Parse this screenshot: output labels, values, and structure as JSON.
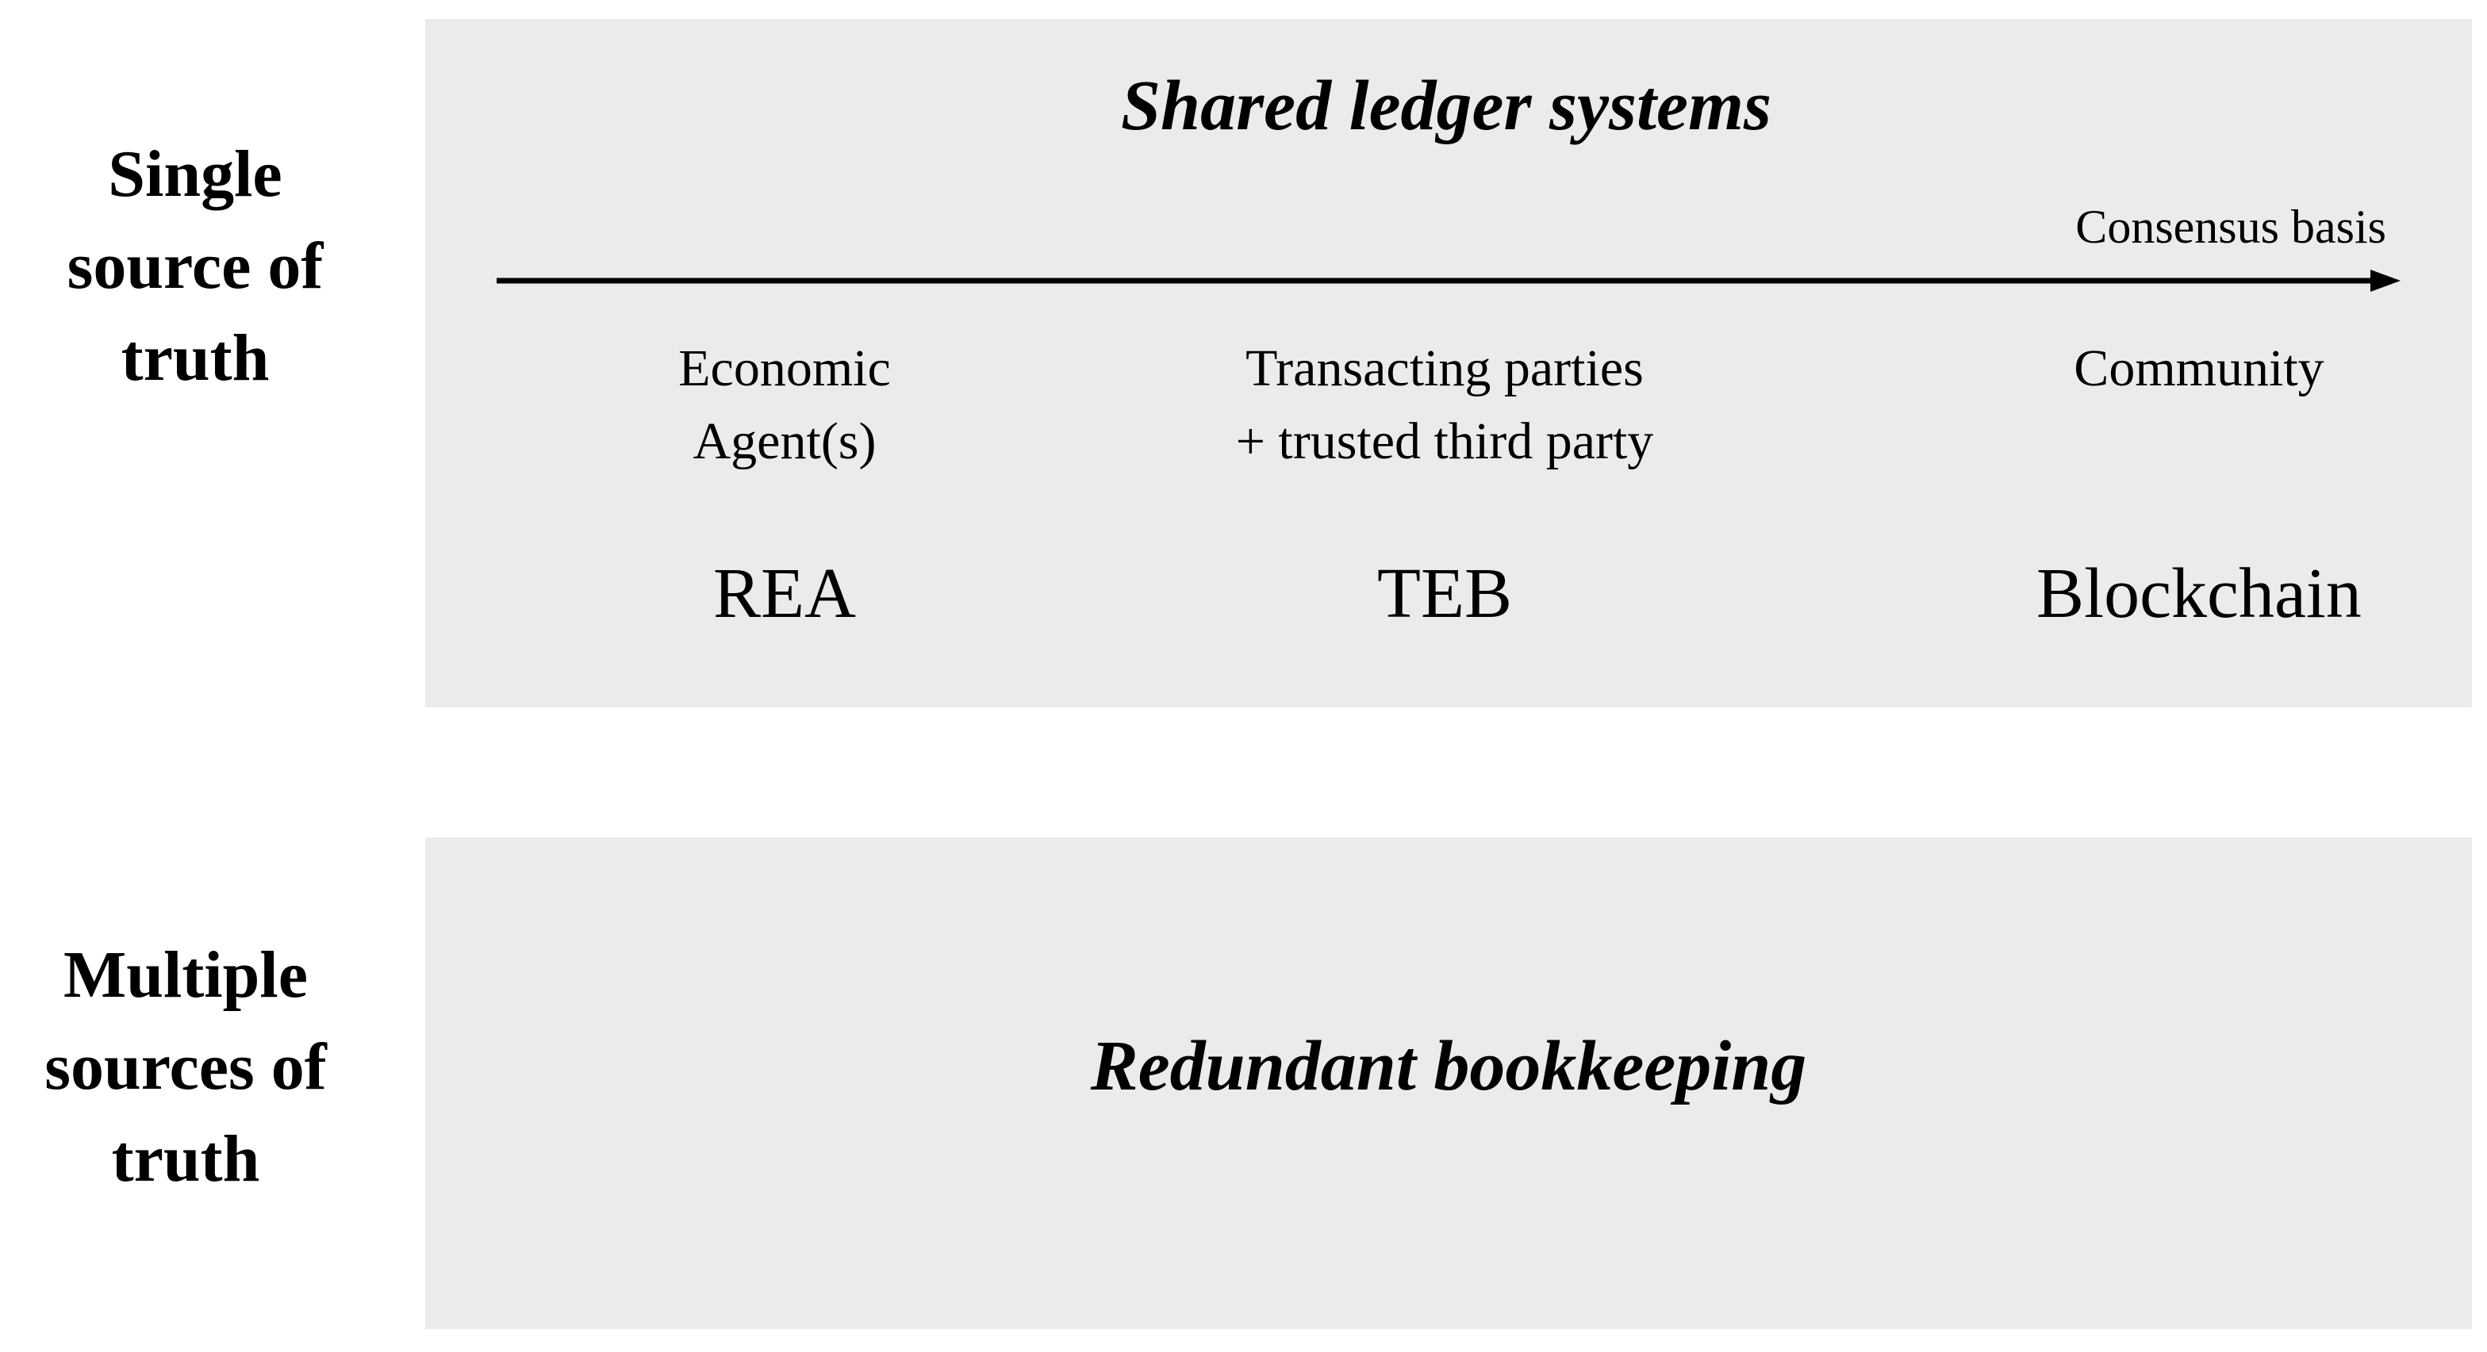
{
  "rows": {
    "single": [
      "Single",
      "source of",
      "truth"
    ],
    "multiple": [
      "Multiple",
      "sources of",
      "truth"
    ]
  },
  "shared_panel": {
    "title": "Shared ledger systems",
    "axis_label": "Consensus basis",
    "columns": [
      {
        "description": [
          "Economic",
          "Agent(s)"
        ],
        "system": "REA"
      },
      {
        "description": [
          "Transacting parties",
          "+ trusted third party"
        ],
        "system": "TEB"
      },
      {
        "description": [
          "Community"
        ],
        "system": "Blockchain"
      }
    ]
  },
  "redundant_panel": {
    "title": "Redundant bookkeeping"
  },
  "colors": {
    "panel_background": "#ebebeb",
    "text": "#000000",
    "page_background": "#ffffff"
  }
}
